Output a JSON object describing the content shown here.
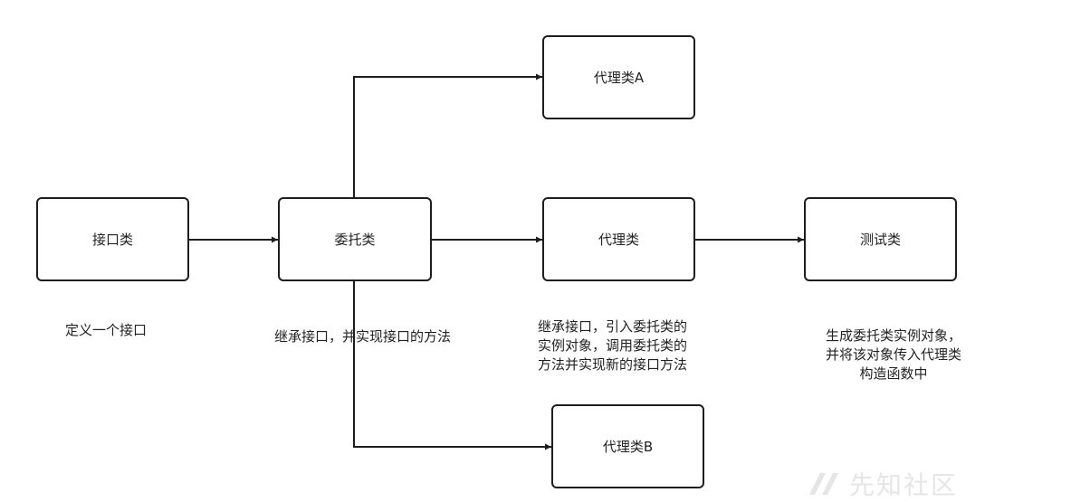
{
  "diagram": {
    "nodes": {
      "interface": "接口类",
      "delegate": "委托类",
      "proxy_a": "代理类A",
      "proxy": "代理类",
      "proxy_b": "代理类B",
      "test": "测试类"
    },
    "notes": {
      "interface_note": [
        "定义一个接口"
      ],
      "delegate_note": [
        "继承接口，并实现接口的方法"
      ],
      "proxy_note": [
        "继承接口，引入委托类的",
        "实例对象，调用委托类的",
        "方法并实现新的接口方法"
      ],
      "test_note": [
        "生成委托类实例对象，",
        "并将该对象传入代理类",
        "构造函数中"
      ]
    }
  },
  "watermark": {
    "text": "先知社区",
    "icon": "xianzhi-logo-icon"
  }
}
